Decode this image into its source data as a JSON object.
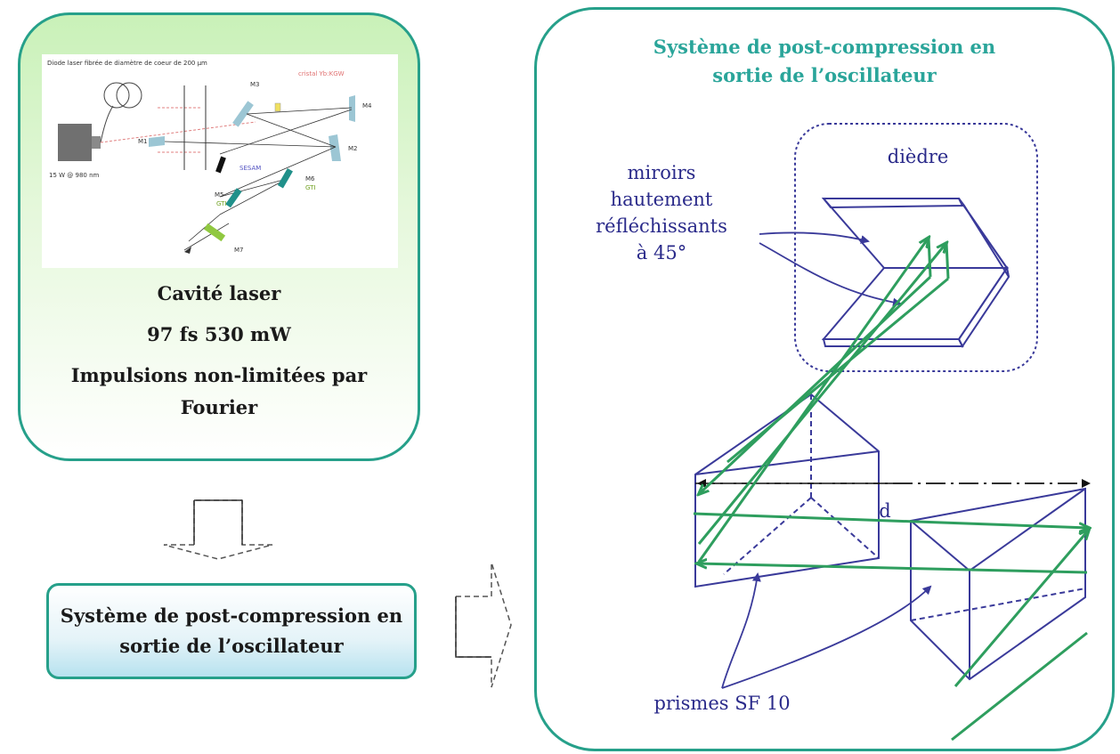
{
  "left_panel": {
    "captions": [
      "Cavité laser",
      "97 fs 530 mW",
      "Impulsions non-limitées par",
      "Fourier"
    ]
  },
  "schematic": {
    "labels": {
      "diode": "Diode laser fibrée de diamètre de coeur de 200 µm",
      "power": "15 W @ 980 nm",
      "crystal": "cristal Yb:KGW",
      "sesam": "SESAM",
      "m1": "M1",
      "m2": "M2",
      "m3": "M3",
      "m4": "M4",
      "m5": "M5",
      "m6": "M6",
      "m7": "M7",
      "gti": "GTI"
    }
  },
  "bottom_box": {
    "line1": "Système de post-compression en",
    "line2": "sortie de l’oscillateur"
  },
  "right_panel": {
    "title_line1": "Système de post-compression en",
    "title_line2": "sortie de l’oscillateur",
    "label_diedre": "dièdre",
    "label_mirrors": [
      "miroirs",
      "hautement",
      "réfléchissants",
      "à 45°"
    ],
    "label_d": "d",
    "label_prisms": "prismes SF 10"
  },
  "colors": {
    "frame": "#26a08a",
    "beam": "#2e9e5e",
    "outline": "#3a3a9a",
    "title": "#2aa59a"
  }
}
